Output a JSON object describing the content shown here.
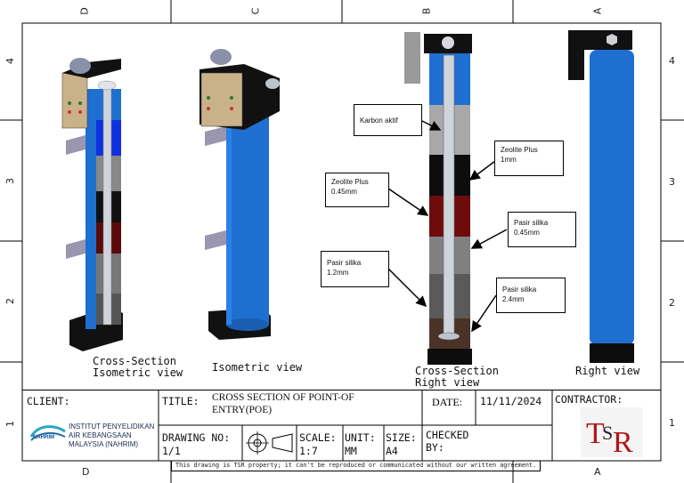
{
  "zones": {
    "top": [
      "D",
      "C",
      "B",
      "A"
    ],
    "bottom": [
      "D",
      "A"
    ],
    "left": [
      "4",
      "3",
      "2",
      "1"
    ],
    "right": [
      "4",
      "3",
      "2",
      "1"
    ]
  },
  "views": {
    "cross_iso": "Cross-Section\nIsometric view",
    "iso": "Isometric view",
    "cross_right": "Cross-Section\nRight view",
    "right": "Right view"
  },
  "callouts": {
    "karbon": "Karbon aktif",
    "zeolite_1mm_a": "Zeolite Plus",
    "zeolite_1mm_b": "1mm",
    "zeolite_045_a": "Zeolite Plus",
    "zeolite_045_b": "0.45mm",
    "pasir_045_a": "Pasir silika",
    "pasir_045_b": "0.45mm",
    "pasir_12_a": "Pasir silika",
    "pasir_12_b": "1.2mm",
    "pasir_24_a": "Pasir silika",
    "pasir_24_b": "2.4mm"
  },
  "title_block": {
    "client_label": "CLIENT:",
    "client_logo_text": "NAHRIM",
    "client_name": [
      "INSTITUT PENYELIDIKAN",
      "AIR KEBANGSAAN",
      "MALAYSIA (NAHRIM)"
    ],
    "title_label": "TITLE:",
    "title_value": "CROSS SECTION OF POINT-OF ENTRY(POE)",
    "date_label": "DATE:",
    "date_value": "11/11/2024",
    "contractor_label": "CONTRACTOR:",
    "drawing_no_label": "DRAWING NO:",
    "drawing_no_value": "1/1",
    "scale_label": "SCALE:",
    "scale_value": "1:7",
    "unit_label": "UNIT:",
    "unit_value": "MM",
    "size_label": "SIZE:",
    "size_value": "A4",
    "checked_label": "CHECKED BY:",
    "footer": "This drawing is TSR property; it can't be reproduced or communicated without our written agreement."
  },
  "colors": {
    "blue": "#1f6fd1",
    "black": "#0d0d0d",
    "grey_light": "#a8a8a8",
    "grey_mid": "#808080",
    "dark_red": "#6e0b0b",
    "brown": "#4a3326"
  }
}
